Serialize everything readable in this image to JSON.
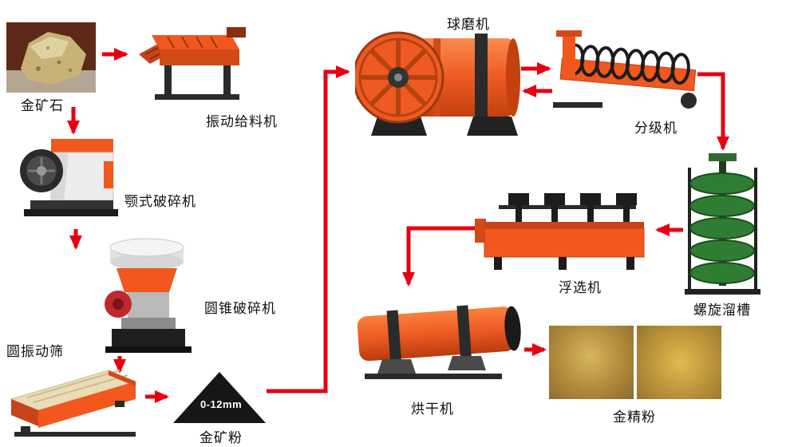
{
  "diagram_type": "mineral-processing-flow",
  "colors": {
    "arrow_red": "#e60012",
    "machine_orange": "#f2571d",
    "machine_dark": "#222222",
    "chute_green": "#2f7d32"
  },
  "nodes": {
    "ore": {
      "label": "金矿石"
    },
    "feeder": {
      "label": "振动给料机"
    },
    "jaw_crusher": {
      "label": "颚式破碎机"
    },
    "cone_crusher": {
      "label": "圆锥破碎机"
    },
    "vibrating_screen": {
      "label": "圆振动筛"
    },
    "pile": {
      "label": "金矿粉",
      "size_text": "0-12mm"
    },
    "ball_mill": {
      "label": "球磨机"
    },
    "classifier": {
      "label": "分级机"
    },
    "spiral_chute": {
      "label": "螺旋溜槽"
    },
    "flotation": {
      "label": "浮选机"
    },
    "dryer": {
      "label": "烘干机"
    },
    "concentrate": {
      "label": "金精粉"
    }
  }
}
